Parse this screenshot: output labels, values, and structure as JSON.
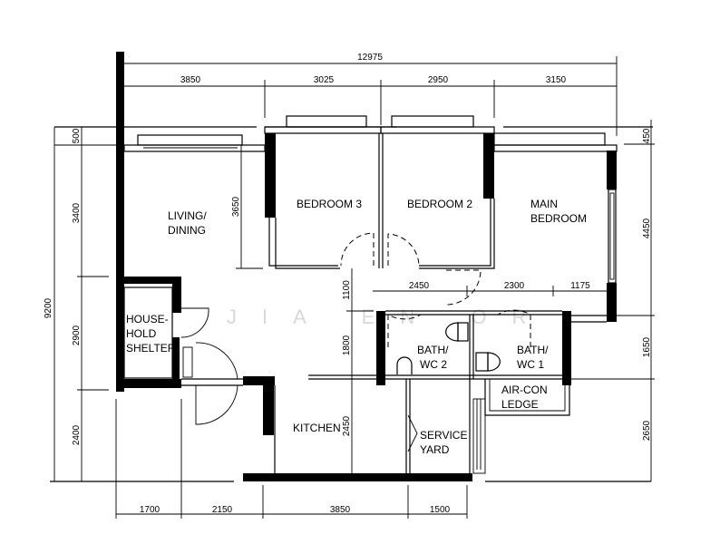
{
  "rooms": {
    "living_1": "LIVING/",
    "living_2": "DINING",
    "bedroom3": "BEDROOM 3",
    "bedroom2": "BEDROOM 2",
    "main_1": "MAIN",
    "main_2": "BEDROOM",
    "shelter_1": "HOUSE-",
    "shelter_2": "HOLD",
    "shelter_3": "SHELTER",
    "bath2_1": "BATH/",
    "bath2_2": "WC 2",
    "bath1_1": "BATH/",
    "bath1_2": "WC 1",
    "aircon_1": "AIR-CON",
    "aircon_2": "LEDGE",
    "kitchen": "KITCHEN",
    "yard_1": "SERVICE",
    "yard_2": "YARD"
  },
  "dimensions": {
    "overall_width": "12975",
    "top": [
      "3850",
      "3025",
      "2950",
      "3150"
    ],
    "bottom": [
      "1700",
      "2150",
      "3850",
      "1500"
    ],
    "left_overall": "9200",
    "left": [
      "500",
      "3400",
      "2900",
      "2400"
    ],
    "right": [
      "450",
      "4450",
      "1650",
      "2650"
    ],
    "inner_living_height": "3650",
    "inner_vertical": [
      "1100",
      "1800",
      "2450"
    ],
    "inner_horizontal": [
      "2450",
      "2300",
      "1175"
    ]
  },
  "watermark": "JIA EN OR"
}
